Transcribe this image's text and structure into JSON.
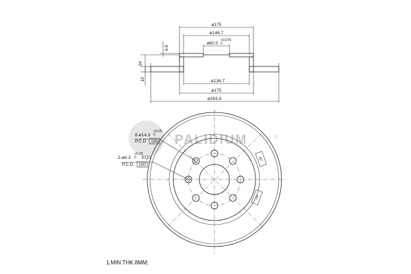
{
  "section": {
    "dia_175_top": "ø175",
    "dia_146_7": "ø146.7",
    "dia_60": "ø60.0",
    "dia_60_tol": "+0.074",
    "dia_60_tol_base": "0",
    "height_6_6": "6.6",
    "height_34": "34",
    "thickness_10": "10",
    "dia_136_7": "ø136.7",
    "dia_175_bottom": "ø175",
    "dia_263_9": "ø263.9"
  },
  "plan": {
    "holes_label": "6-ø14.3",
    "holes_tol": "+0.25",
    "holes_tol_base": "0",
    "holes_pcd_label": "P.C.D",
    "holes_pcd_value": "100",
    "bolts_label": "2-ø6.3",
    "bolts_tol": "+0.25",
    "bolts_tol_base": "0",
    "bolts_eqs": "EQS",
    "bolts_pcd_label": "P.C.D",
    "bolts_pcd_value": "100",
    "angle_1": "45°",
    "angle_2": "45°"
  },
  "logo": {
    "text": "PALIDIUM",
    "mark": "®"
  },
  "note": "1.MIN.THK.8MM;"
}
